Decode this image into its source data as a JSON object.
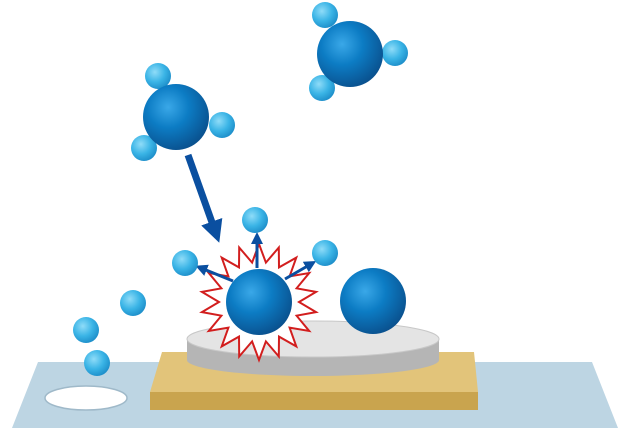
{
  "diagram": {
    "elements": [
      "molecule-large",
      "molecule-incoming",
      "impact-burst",
      "ejected-atoms",
      "surface-atom",
      "target-disk",
      "gold-substrate",
      "base-plate",
      "drain-hole"
    ],
    "colors": {
      "atom_dark": "#0a5aa0",
      "atom_light": "#3fb7e8",
      "arrow": "#0a4fa0",
      "burst": "#d21e1e",
      "disk_top": "#e6e6e6",
      "disk_side": "#b8b8b8",
      "substrate_top": "#e2c47a",
      "substrate_side": "#c9a44e",
      "base_plate": "#bdd5e3"
    }
  }
}
